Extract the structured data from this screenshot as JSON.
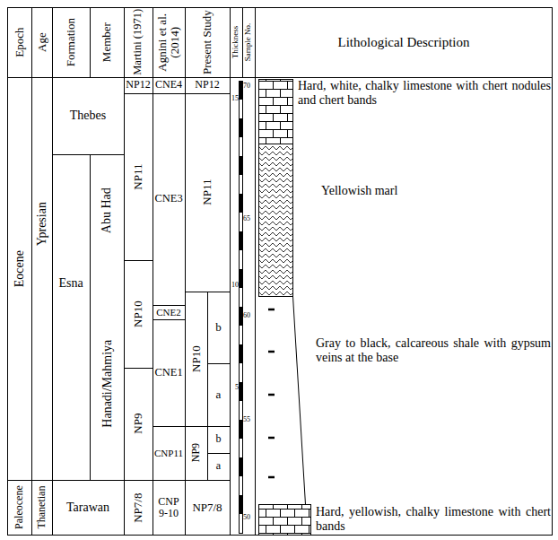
{
  "diagram": {
    "labels": [
      "Epoch",
      "Age",
      "Formation",
      "Member",
      "Martini (1971)",
      "Agnini et al. (2014)",
      "Present Study",
      "Thickness",
      "Sample No.",
      "Lithological Description",
      "Eocene",
      "Ypresian",
      "Paleocene",
      "Thanetian",
      "Thebes",
      "Esna",
      "Tarawan",
      "Abu Had",
      "Hanadi/Mahmiya",
      "NP12",
      "NP11",
      "NP10",
      "NP9",
      "NP7/8",
      "CNE4",
      "CNE3",
      "CNE2",
      "CNE1",
      "CNP11",
      "CNP 9-10",
      "NP12",
      "NP11",
      "NP10",
      "b",
      "a",
      "NP9",
      "b",
      "a",
      "NP7/8",
      "15",
      "10",
      "5",
      "70",
      "65",
      "60",
      "55",
      "50",
      "Hard, white, chalky limestone with chert nodules and chert bands",
      "Yellowish marl",
      "Gray to black, calcareous shale with gypsum veins at the base",
      "Hard, yellowish, chalky limestone with chert bands"
    ]
  }
}
